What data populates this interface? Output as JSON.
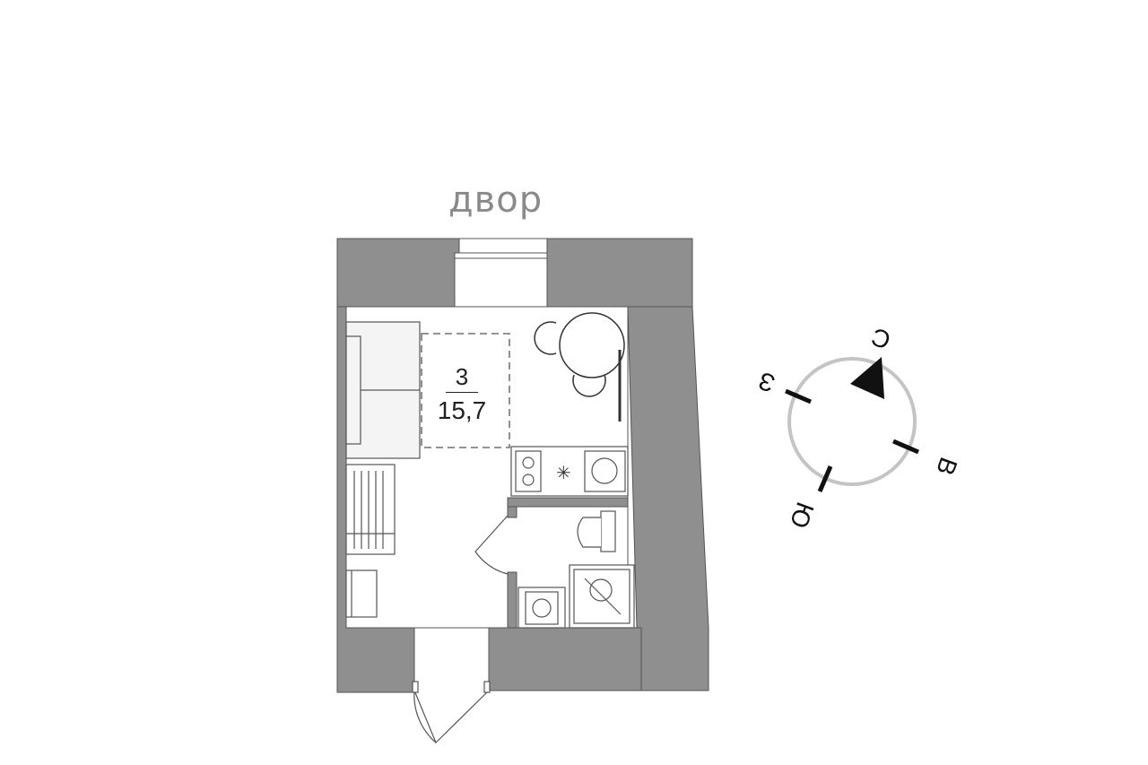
{
  "orientation_label": "двор",
  "room": {
    "number": "3",
    "area": "15,7"
  },
  "compass": {
    "north": "С",
    "east": "В",
    "south": "Ю",
    "west": "З"
  },
  "colors": {
    "wall": "#8f8f8f",
    "line": "#222222",
    "compass_ring": "#c4c4c4",
    "label": "#8a8a8a"
  }
}
